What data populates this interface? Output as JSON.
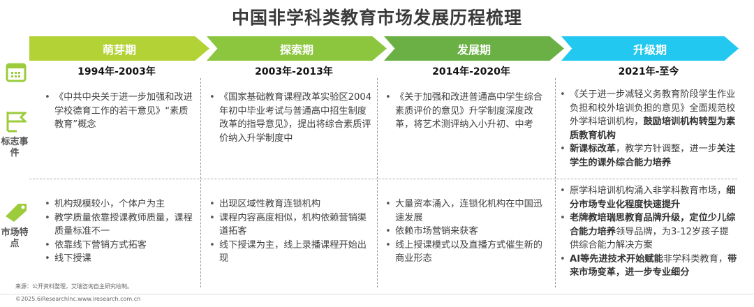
{
  "title": "中国非学科类教育市场发展历程梳理",
  "colors": {
    "stage1": "#b3d235",
    "stage2": "#8cc63f",
    "stage3": "#6ab045",
    "stage4": "#22c8f0",
    "icon": "#9ccc3c"
  },
  "side_labels": {
    "events": "标志事件",
    "market": "市场特点"
  },
  "stages": [
    {
      "name": "萌芽期",
      "period": "1994年-2003年",
      "events": [
        [
          {
            "t": "《中共中央关于进一步加强和改进学校德育工作的若干意见》“素质教育”概念",
            "b": false
          }
        ]
      ],
      "market": [
        [
          {
            "t": "机构规模较小，个体户为主",
            "b": false
          }
        ],
        [
          {
            "t": "教学质量依靠授课教师质量，课程质量标准不一",
            "b": false
          }
        ],
        [
          {
            "t": "依靠线下营销方式拓客",
            "b": false
          }
        ],
        [
          {
            "t": "线下授课",
            "b": false
          }
        ]
      ]
    },
    {
      "name": "探索期",
      "period": "2003年-2013年",
      "events": [
        [
          {
            "t": "《国家基础教育课程改革实验区2004年初中毕业考试与普通高中招生制度改革的指导意见》，提出将综合素质评价纳入升学制度中",
            "b": false
          }
        ]
      ],
      "market": [
        [
          {
            "t": "出现区域性教育连锁机构",
            "b": false
          }
        ],
        [
          {
            "t": "课程内容高度相似，机构依赖营销渠道拓客",
            "b": false
          }
        ],
        [
          {
            "t": "线下授课为主，线上录播课程开始出现",
            "b": false
          }
        ]
      ]
    },
    {
      "name": "发展期",
      "period": "2014年-2020年",
      "events": [
        [
          {
            "t": "《关于加强和改进普通高中学生综合素质评价的意见》升学制度深度改革，将艺术测评纳入小升初、中考",
            "b": false
          }
        ]
      ],
      "market": [
        [
          {
            "t": "大量资本涌入，连锁化机构在中国迅速发展",
            "b": false
          }
        ],
        [
          {
            "t": "依赖市场营销来获客",
            "b": false
          }
        ],
        [
          {
            "t": "线上授课模式以及直播方式催生新的商业形态",
            "b": false
          }
        ]
      ]
    },
    {
      "name": "升级期",
      "period": "2021年-至今",
      "events": [
        [
          {
            "t": "《关于进一步减轻义务教育阶段学生作业负担和校外培训负担的意见》全面规范校外学科培训机构，",
            "b": false
          },
          {
            "t": "鼓励培训机构转型为素质教育机构",
            "b": true
          }
        ],
        [
          {
            "t": "新课标改革",
            "b": true
          },
          {
            "t": "，教学方针调整，进一步",
            "b": false
          },
          {
            "t": "关注学生的课外综合能力培养",
            "b": true
          }
        ]
      ],
      "market": [
        [
          {
            "t": "原学科培训机构涌入非学科教育市场，",
            "b": false
          },
          {
            "t": "细分市场专业化程度快速提升",
            "b": true
          }
        ],
        [
          {
            "t": "老牌教培瑞思教育品牌升级，定位少儿综合能力培养",
            "b": true
          },
          {
            "t": "领导品牌，为3-12岁孩子提供综合能力解决方案",
            "b": false
          }
        ],
        [
          {
            "t": "AI等先进技术开始赋能",
            "b": true
          },
          {
            "t": "非学科类教育，",
            "b": false
          },
          {
            "t": "带来市场变革，进一步专业细分",
            "b": true
          }
        ]
      ]
    }
  ],
  "footer": {
    "source": "来源：公开资料整理，艾瑞咨询自主研究绘制。",
    "copyright": "©2025.6iResearchInc.www.iresearch.com.cn"
  }
}
